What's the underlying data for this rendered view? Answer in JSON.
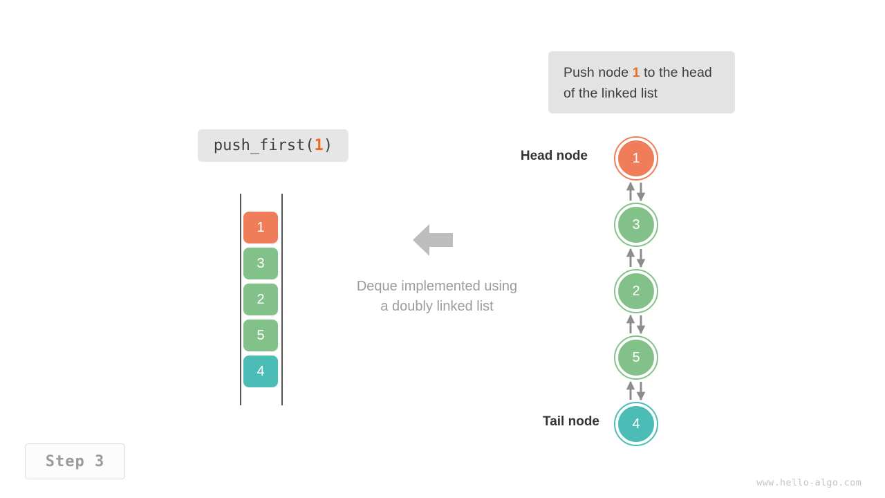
{
  "callout": {
    "text_before": "Push node ",
    "highlight": "1",
    "text_after": " to the head of the linked list"
  },
  "code_pill": {
    "prefix": "push_first(",
    "argument": "1",
    "suffix": ")"
  },
  "step_badge": {
    "label": "Step 3"
  },
  "watermark": {
    "text": "www.hello-algo.com"
  },
  "center": {
    "arrow_icon": "left-block-arrow",
    "caption_line1": "Deque implemented using",
    "caption_line2": "a doubly linked list"
  },
  "deque": {
    "cells": [
      {
        "value": "1",
        "color": "#f07d5a"
      },
      {
        "value": "3",
        "color": "#83c18b"
      },
      {
        "value": "2",
        "color": "#83c18b"
      },
      {
        "value": "5",
        "color": "#83c18b"
      },
      {
        "value": "4",
        "color": "#4cbcb6"
      }
    ]
  },
  "linked_list": {
    "head_label": "Head node",
    "tail_label": "Tail node",
    "nodes": [
      {
        "value": "1",
        "color": "#f07d5a"
      },
      {
        "value": "3",
        "color": "#83c18b"
      },
      {
        "value": "2",
        "color": "#83c18b"
      },
      {
        "value": "5",
        "color": "#83c18b"
      },
      {
        "value": "4",
        "color": "#4cbcb6"
      }
    ],
    "link_color": "#8c8c8c"
  },
  "colors": {
    "orange": "#f07d5a",
    "orange_text": "#ee6b25",
    "green": "#83c18b",
    "teal": "#4cbcb6",
    "gray_arrow": "#bdbdbd",
    "gray_text": "#9c9c9c",
    "box_bg": "#e3e3e3"
  }
}
